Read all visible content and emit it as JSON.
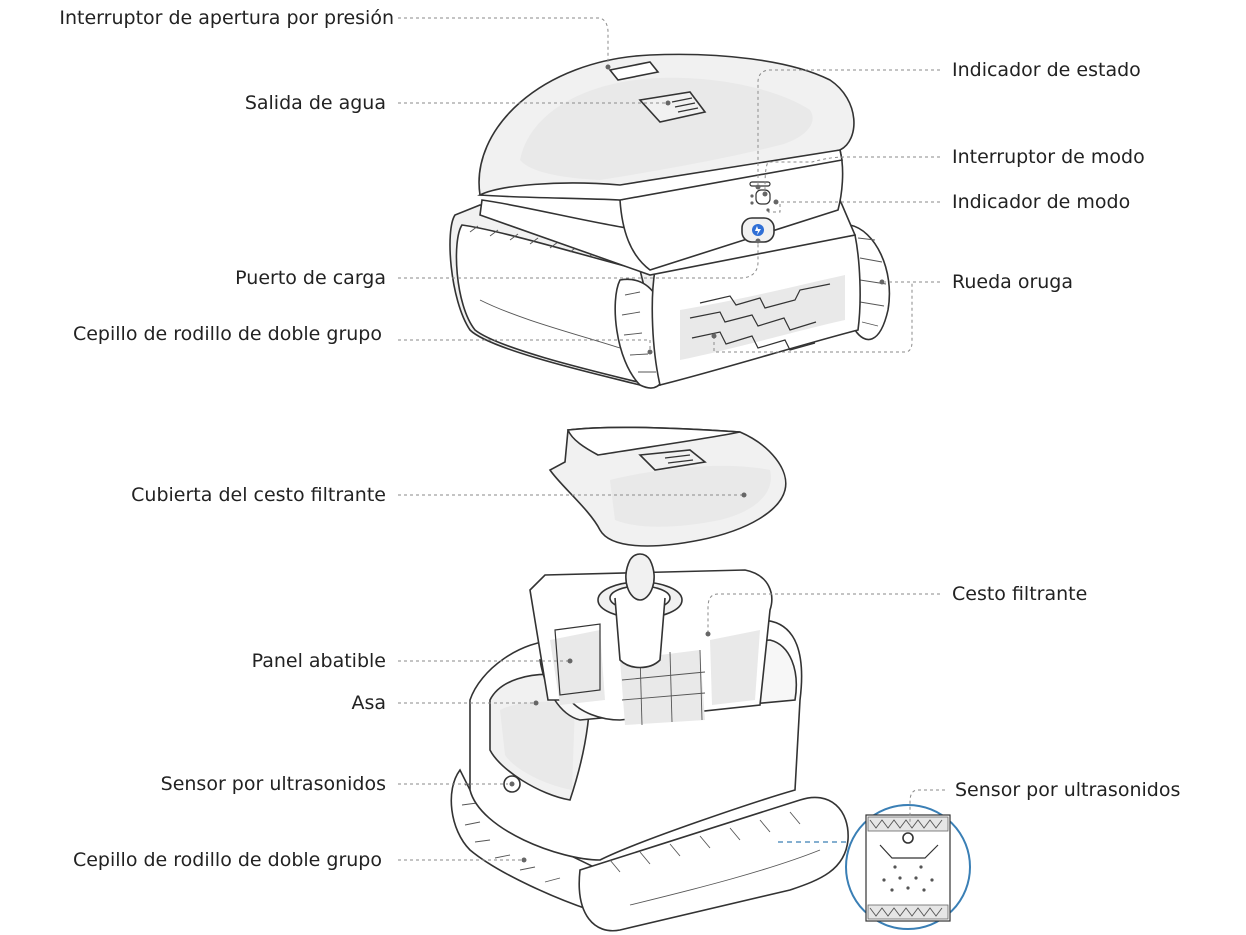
{
  "labels": {
    "interruptor_apertura": "Interruptor de apertura por presión",
    "salida_agua": "Salida de agua",
    "indicador_estado": "Indicador de estado",
    "interruptor_modo": "Interruptor de modo",
    "indicador_modo": "Indicador de modo",
    "puerto_carga": "Puerto de carga",
    "rueda_oruga": "Rueda oruga",
    "cepillo_top": "Cepillo de rodillo de doble grupo",
    "cubierta_cesto": "Cubierta del cesto filtrante",
    "cesto_filtrante": "Cesto filtrante",
    "panel_abatible": "Panel abatible",
    "asa": "Asa",
    "sensor_left": "Sensor por ultrasonidos",
    "cepillo_bottom": "Cepillo de rodillo de doble grupo",
    "sensor_right": "Sensor por ultrasonidos"
  },
  "colors": {
    "leader": "#8a8a8a",
    "callout": "#3a7fb5",
    "indicator": "#2f6fd6"
  }
}
